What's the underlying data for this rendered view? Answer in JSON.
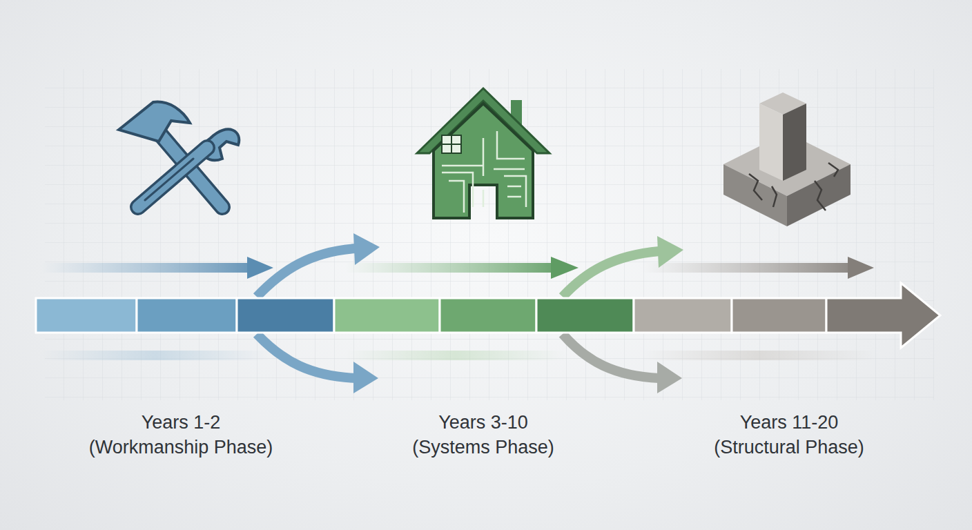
{
  "diagram": {
    "labels": [
      "Years 1-2",
      "(Workmanship Phase)",
      "Years 3-10",
      "(Systems Phase)",
      "Years 11-20",
      "(Structural Phase)"
    ]
  }
}
